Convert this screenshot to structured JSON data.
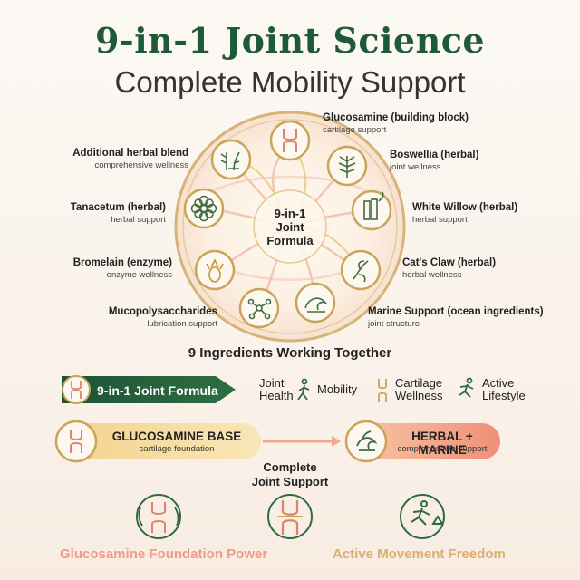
{
  "header": {
    "title": "9-in-1 Joint Science",
    "subtitle": "Complete Mobility Support"
  },
  "center": {
    "line1": "9-in-1",
    "line2": "Joint",
    "line3": "Formula"
  },
  "ingredients": [
    {
      "name": "Glucosamine (building block)",
      "sub": "cartilage support",
      "icon": "knee-joint-icon"
    },
    {
      "name": "Boswellia (herbal)",
      "sub": "joint wellness",
      "icon": "leaf-icon"
    },
    {
      "name": "White Willow (herbal)",
      "sub": "herbal support",
      "icon": "willow-bark-icon"
    },
    {
      "name": "Cat's Claw (herbal)",
      "sub": "herbal wellness",
      "icon": "vine-icon"
    },
    {
      "name": "Marine Support (ocean ingredients)",
      "sub": "joint structure",
      "icon": "wave-icon"
    },
    {
      "name": "Mucopolysaccharides",
      "sub": "lubrication support",
      "icon": "molecule-icon"
    },
    {
      "name": "Bromelain (enzyme)",
      "sub": "enzyme wellness",
      "icon": "pineapple-icon"
    },
    {
      "name": "Tanacetum (herbal)",
      "sub": "herbal support",
      "icon": "flower-icon"
    },
    {
      "name": "Additional herbal blend",
      "sub": "comprehensive wellness",
      "icon": "herb-blend-icon"
    }
  ],
  "section_title": "9 Ingredients Working Together",
  "formula_arrow": {
    "label": "9-in-1 Joint Formula"
  },
  "benefits": [
    {
      "line1": "Joint",
      "line2": "Health"
    },
    {
      "line1": "Mobility",
      "line2": ""
    },
    {
      "line1": "Cartilage",
      "line2": "Wellness"
    },
    {
      "line1": "Active",
      "line2": "Lifestyle"
    }
  ],
  "base_pill": {
    "title": "GLUCOSAMINE BASE",
    "sub": "cartilage foundation"
  },
  "herbal_pill": {
    "title": "HERBAL + MARINE",
    "sub": "comprehensive support"
  },
  "connector": {
    "line1": "Complete",
    "line2": "Joint Support"
  },
  "bottom": {
    "left": "Glucosamine Foundation Power",
    "right": "Active Movement Freedom"
  },
  "colors": {
    "green": "#1f5a37",
    "gold": "#c9a45a",
    "coral": "#e8826a"
  }
}
